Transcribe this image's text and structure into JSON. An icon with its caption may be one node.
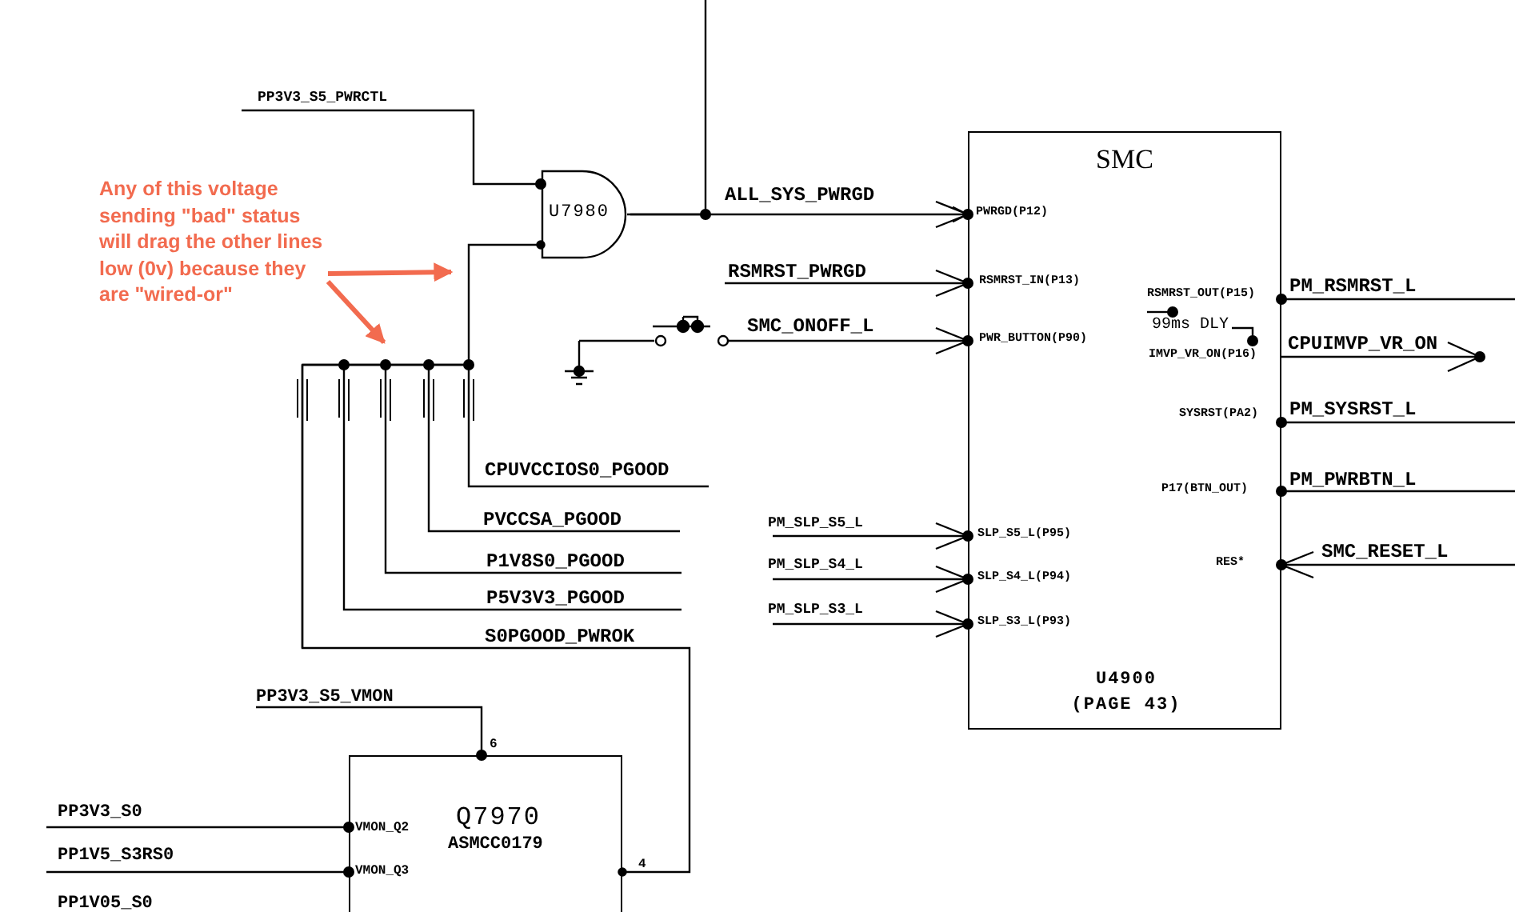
{
  "diagram": {
    "nodes": [
      {
        "text": [
          "U7980"
        ]
      },
      {
        "text": [
          "SMC",
          "U4900 (PAGE 43)"
        ]
      },
      {
        "text": [
          "Q7970",
          "ASMCC0179"
        ]
      },
      {
        "text": [
          "Any of this voltage sending \"bad\" status will drag the other lines low (0v) because they are \"wired-or\""
        ]
      }
    ],
    "edges": [
      {
        "from": 2,
        "to": 0,
        "arrow": "other",
        "label": "S0PGOOD_PWROK"
      },
      {
        "from": 0,
        "to": 1,
        "arrow": "to",
        "label": "ALL_SYS_PWRGD"
      },
      {
        "from": 3,
        "to": null,
        "arrow": "to",
        "style": "thick",
        "color": "#f26b4f"
      },
      {
        "from": 3,
        "to": null,
        "arrow": "to",
        "style": "thick",
        "color": "#f26b4f"
      }
    ],
    "labels": [
      "PP3V3_S5_PWRCTL",
      "RSMRST_PWRGD",
      "SMC_ONOFF_L",
      "PWRGD(P12)",
      "RSMRST_IN(P13)",
      "PWR_BUTTON(P90)",
      "RSMRST_OUT(P15)",
      "PM_RSMRST_L",
      "99ms DLY",
      "IMVP_VR_ON(P16)",
      "CPUIMVP_VR_ON",
      "SYSRST(PA2)",
      "PM_SYSRST_L",
      "CPUVCCIOS0_PGOOD",
      "P17(BTN_OUT)",
      "PM_PWRBTN_L",
      "PVCCSA_PGOOD",
      "PM_SLP_S5_L",
      "SLP_S5_L(P95)",
      "RES*",
      "SMC_RESET_L",
      "P1V8S0_PGOOD",
      "PM_SLP_S4_L",
      "SLP_S4_L(P94)",
      "P5V3V3_PGOOD",
      "PM_SLP_S3_L",
      "SLP_S3_L(P93)",
      "PP3V3_S5_VMON",
      "6",
      "PP3V3_S0",
      "VMON_Q2",
      "4",
      "PP1V5_S3RS0",
      "VMON_Q3",
      "PP1V05_S0"
    ]
  }
}
